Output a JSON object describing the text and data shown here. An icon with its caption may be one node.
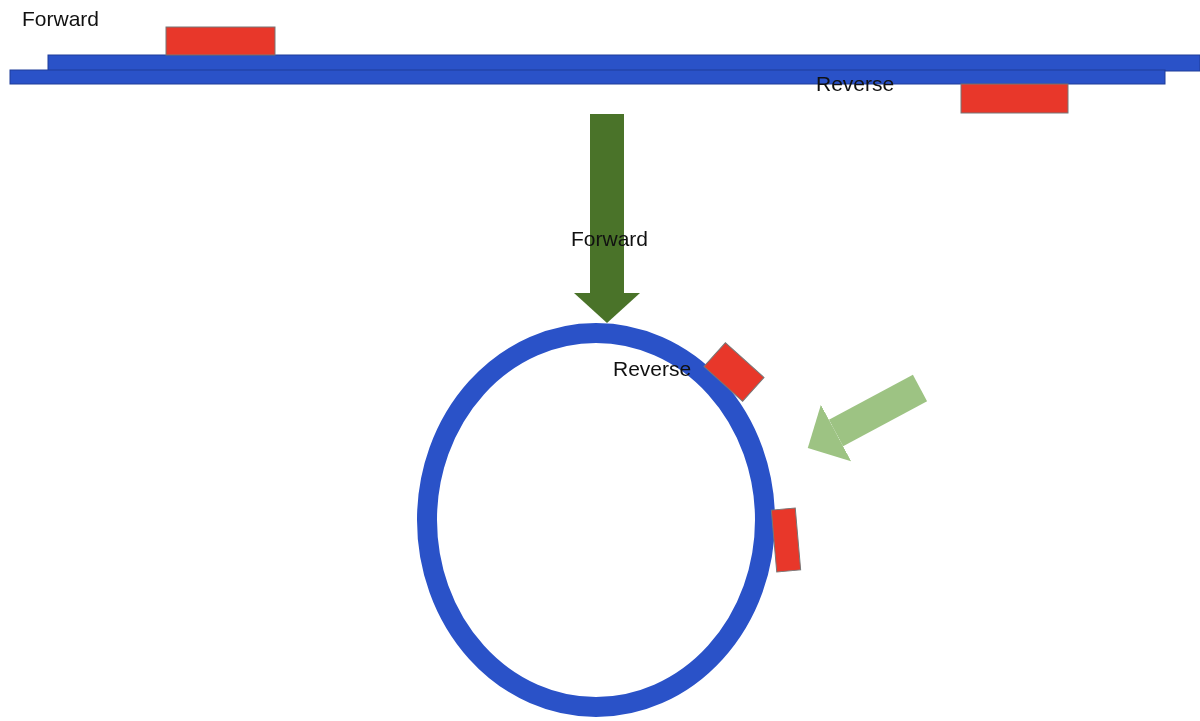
{
  "diagram": {
    "nodes": [
      {
        "text": [],
        "shape": "bar"
      },
      {
        "text": [],
        "shape": "circle"
      }
    ],
    "edges": [
      {
        "from": 0,
        "to": 1,
        "arrow": "to",
        "color": "#4a7329"
      },
      {
        "from": null,
        "to": 1,
        "arrow": "to",
        "color": "#9dc383"
      }
    ],
    "labels": [
      "Forward",
      "Reverse",
      "Forward",
      "Reverse"
    ]
  }
}
